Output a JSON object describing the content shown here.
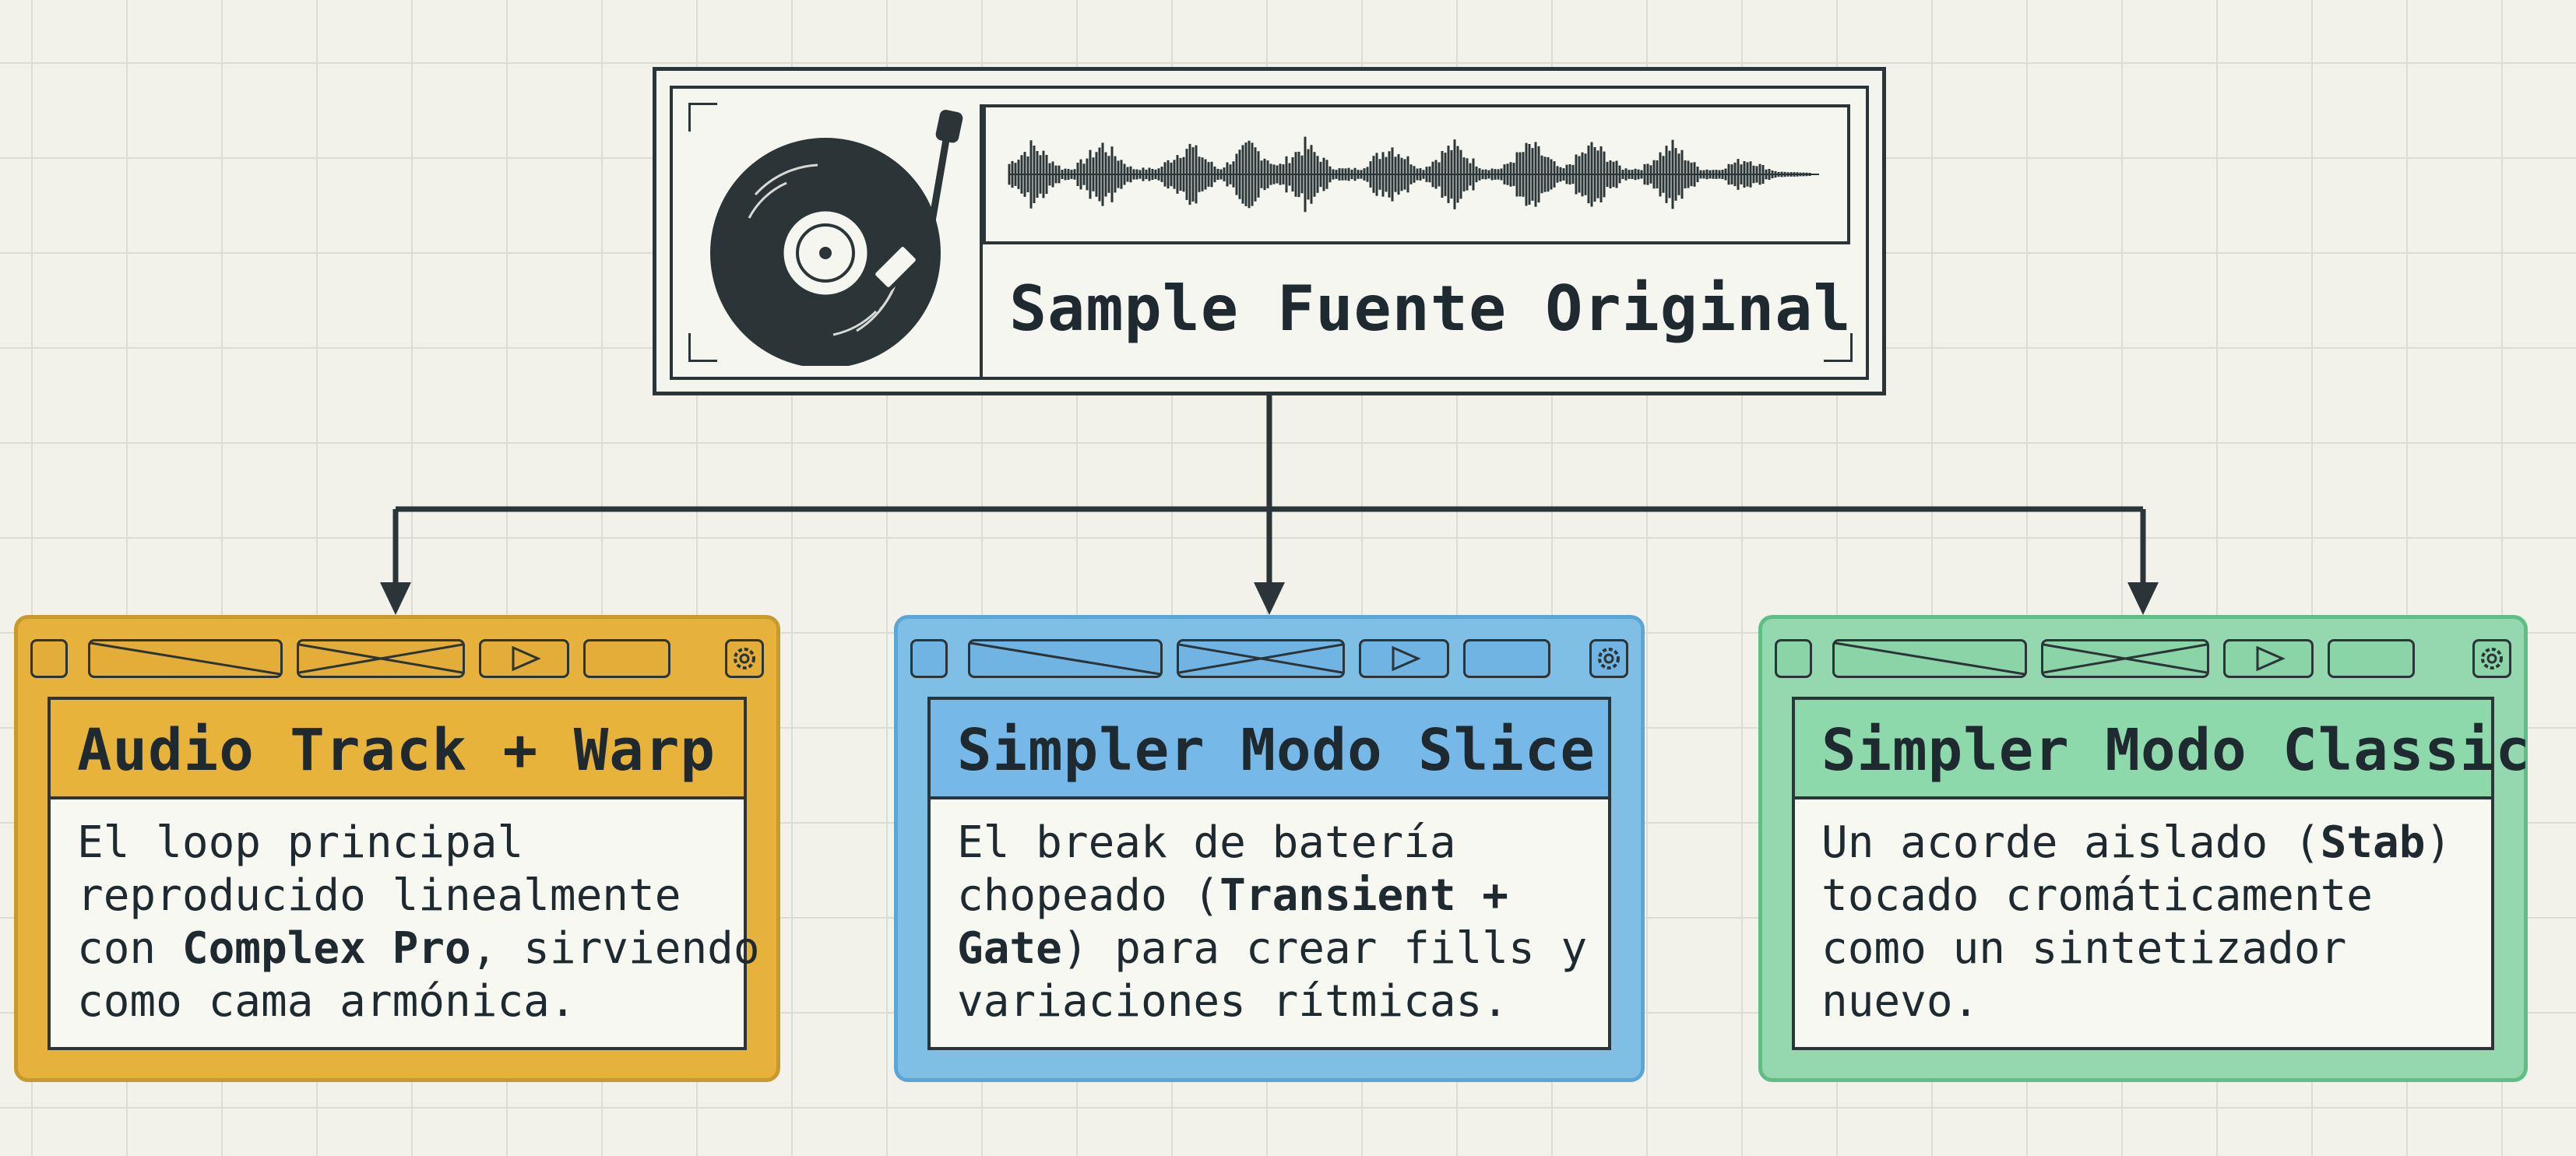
{
  "source": {
    "title": "Sample Fuente Original",
    "icons": [
      "vinyl-turntable-icon",
      "waveform-icon"
    ]
  },
  "cards": [
    {
      "title": "Audio Track + Warp",
      "color": "#e8b33a",
      "body": [
        [
          {
            "t": "El loop principal"
          }
        ],
        [
          {
            "t": "reproducido linealmente"
          }
        ],
        [
          {
            "t": "con "
          },
          {
            "t": "Complex Pro",
            "b": true
          },
          {
            "t": ", sirviendo"
          }
        ],
        [
          {
            "t": "como cama armónica."
          }
        ]
      ]
    },
    {
      "title": "Simpler Modo Slice",
      "color": "#76b9e8",
      "body": [
        [
          {
            "t": "El break de batería"
          }
        ],
        [
          {
            "t": "chopeado ("
          },
          {
            "t": "Transient +",
            "b": true
          }
        ],
        [
          {
            "t": "Gate",
            "b": true
          },
          {
            "t": ") para crear fills y"
          }
        ],
        [
          {
            "t": "variaciones rítmicas."
          }
        ]
      ]
    },
    {
      "title": "Simpler Modo Classic",
      "color": "#8ed9ac",
      "body": [
        [
          {
            "t": "Un acorde aislado ("
          },
          {
            "t": "Stab",
            "b": true
          },
          {
            "t": ")"
          }
        ],
        [
          {
            "t": "tocado cromáticamente"
          }
        ],
        [
          {
            "t": "como un sintetizador"
          }
        ],
        [
          {
            "t": "nuevo."
          }
        ]
      ]
    }
  ],
  "toolbar_icons": [
    "square-button",
    "slash-field",
    "cross-field",
    "play-icon",
    "blank-field",
    "gear-icon"
  ]
}
